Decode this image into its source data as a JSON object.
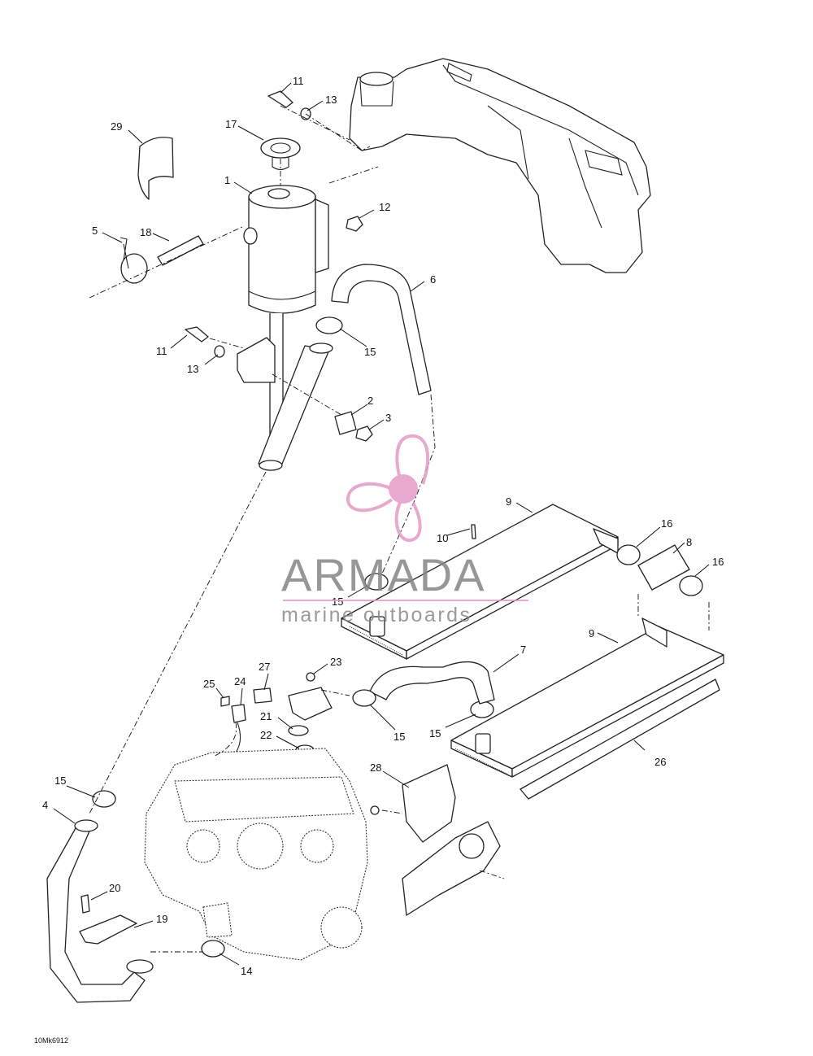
{
  "figure_id": "10Mk6912",
  "watermark": {
    "brand": "ARMADA",
    "tagline": "marine outboards",
    "brand_color": "#e59bc6",
    "text_color": "#858585"
  },
  "callouts": [
    "1",
    "2",
    "3",
    "4",
    "5",
    "6",
    "7",
    "8",
    "9",
    "9",
    "10",
    "11",
    "11",
    "12",
    "13",
    "13",
    "14",
    "15",
    "15",
    "15",
    "15",
    "15",
    "16",
    "16",
    "17",
    "18",
    "19",
    "20",
    "21",
    "22",
    "23",
    "24",
    "25",
    "26",
    "27",
    "28",
    "29"
  ]
}
